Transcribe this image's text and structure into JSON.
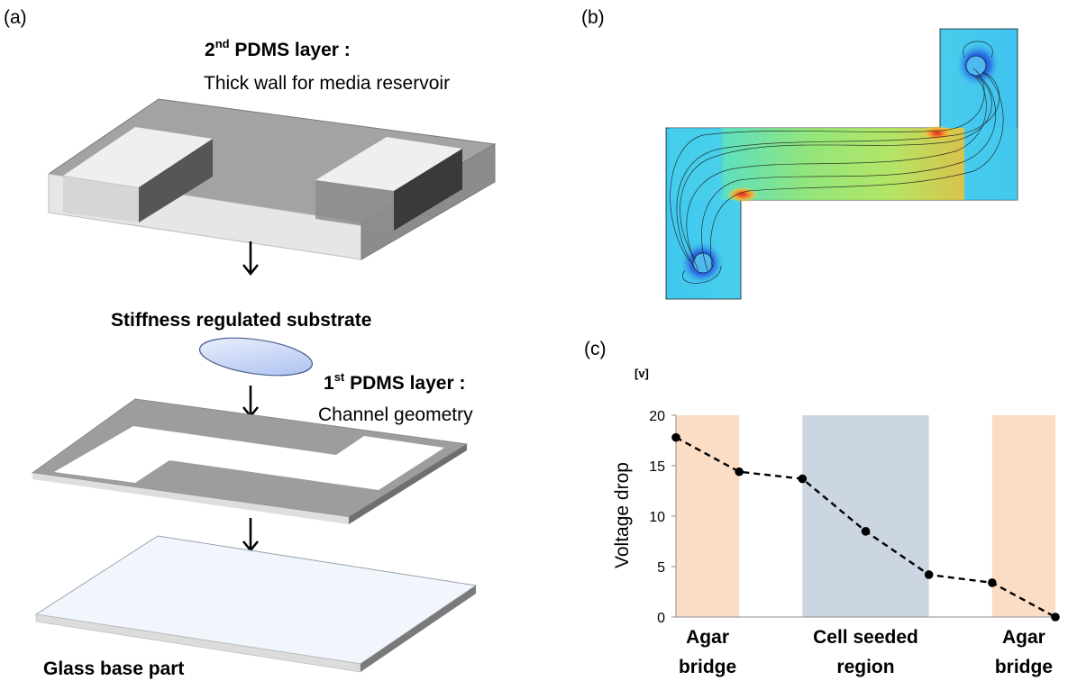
{
  "panel_a": {
    "panel_label": "(a)",
    "layer2_title_main": "2",
    "layer2_title_sup": "nd",
    "layer2_title_rest": " PDMS layer :",
    "layer2_desc": "Thick wall for media reservoir",
    "substrate_label": "Stiffness regulated substrate",
    "layer1_title_main": "1",
    "layer1_title_sup": "st",
    "layer1_title_rest": " PDMS layer :",
    "layer1_desc": "Channel geometry",
    "glass_label": "Glass base part"
  },
  "panel_b": {
    "panel_label": "(b)"
  },
  "panel_c": {
    "panel_label": "(c)",
    "unit_label": "[v]"
  },
  "colors": {
    "agar_band": "#fbdcc4",
    "cell_band": "#ccd5e2",
    "gray_dark": "#595959",
    "gray_mid": "#9d9d9d",
    "glass_top": "#f1f6fc",
    "substrate": "#c9d6f2"
  },
  "chart_data": {
    "type": "line",
    "title": "",
    "xlabel": "",
    "ylabel": "Voltage drop",
    "ylim": [
      0,
      20
    ],
    "yticks": [
      0,
      5,
      10,
      15,
      20
    ],
    "x": [
      0,
      1,
      2,
      3,
      4,
      5,
      6
    ],
    "y": [
      17.8,
      14.4,
      13.7,
      8.5,
      4.2,
      3.4,
      0
    ],
    "line_style": "dashed",
    "marker": "circle",
    "regions": [
      {
        "name_lines": [
          "Agar",
          "bridge"
        ],
        "color": "#fbdcc4"
      },
      {
        "name_lines": [
          "Cell seeded",
          "region"
        ],
        "color": "#ccd5e2"
      },
      {
        "name_lines": [
          "Agar",
          "bridge"
        ],
        "color": "#fbdcc4"
      }
    ],
    "grid": false,
    "legend": "none"
  }
}
